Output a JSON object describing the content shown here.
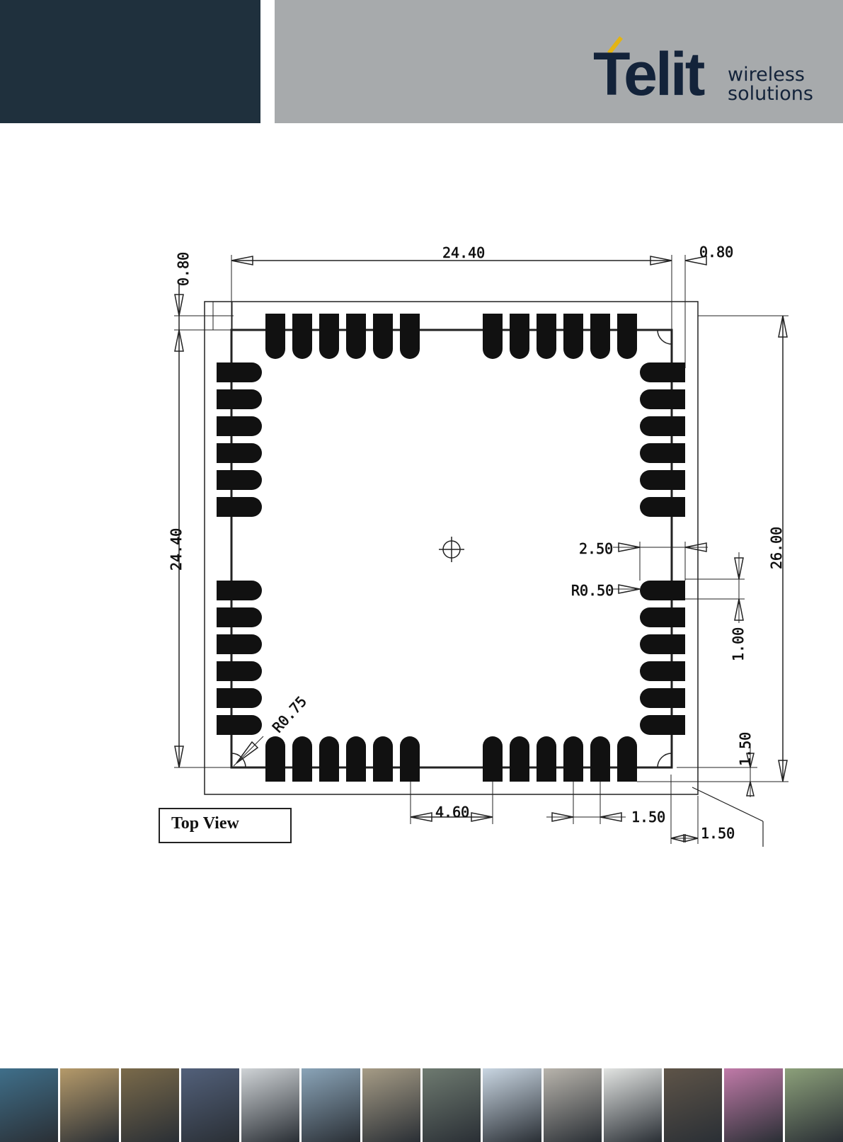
{
  "header": {
    "logo_text": "Telit",
    "tagline_line1": "wireless",
    "tagline_line2": "solutions"
  },
  "drawing": {
    "dims": {
      "top_width": "24.40",
      "top_right_gap": "0.80",
      "top_left_gap": "0.80",
      "left_height": "24.40",
      "right_height": "26.00",
      "pad_length": "2.50",
      "pad_radius": "R0.50",
      "pad_width": "1.00",
      "corner_radius": "R0.75",
      "bottom_pitch_group": "4.60",
      "pad_pitch": "1.50",
      "edge_offset_right": "1.50",
      "edge_offset_bottom": "1.50"
    },
    "view_label": "Top View"
  },
  "footer": {
    "tiles": [
      "#3f6f8a",
      "#b59a6a",
      "#7a6a4a",
      "#52607a",
      "#cfd3d6",
      "#8aa4b8",
      "#a69c86",
      "#6e7a70",
      "#c9d6e2",
      "#b8b4ac",
      "#e2e4e2",
      "#5e5448",
      "#c07aa8",
      "#8ca07a"
    ]
  }
}
